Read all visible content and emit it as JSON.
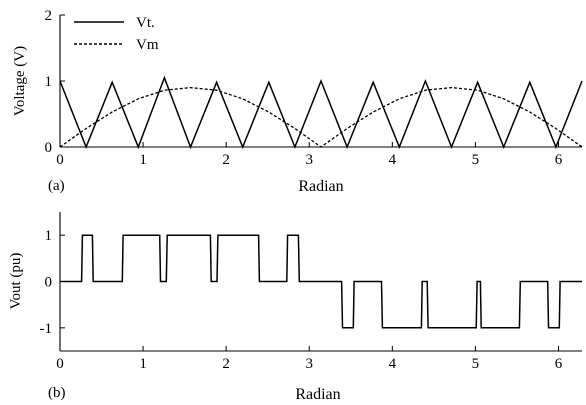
{
  "chart_data": [
    {
      "type": "line",
      "panel_label": "(a)",
      "xlabel": "Radian",
      "ylabel": "Voltage (V)",
      "xlim": [
        0,
        6.283
      ],
      "ylim": [
        0,
        2
      ],
      "x_ticks": [
        0,
        1,
        2,
        3,
        4,
        5,
        6
      ],
      "y_ticks": [
        0,
        1,
        2
      ],
      "grid": false,
      "legend_position": "top-left",
      "series": [
        {
          "name": "Vt.",
          "style": "solid",
          "x": [
            0,
            0.314,
            0.628,
            0.942,
            1.257,
            1.571,
            1.885,
            2.199,
            2.513,
            2.827,
            3.142,
            3.456,
            3.77,
            4.084,
            4.398,
            4.712,
            5.027,
            5.341,
            5.655,
            5.969,
            6.283
          ],
          "y": [
            1,
            0,
            0.98,
            0,
            1.05,
            0,
            0.98,
            0,
            0.98,
            0,
            1,
            0,
            0.98,
            0,
            1,
            0,
            0.98,
            0,
            0.98,
            0,
            1
          ]
        },
        {
          "name": "Vm",
          "style": "dashed",
          "x": [
            0,
            0.314,
            0.628,
            0.942,
            1.257,
            1.571,
            1.885,
            2.199,
            2.513,
            2.827,
            3.142,
            3.456,
            3.77,
            4.084,
            4.398,
            4.712,
            5.027,
            5.341,
            5.655,
            5.969,
            6.283
          ],
          "y": [
            0,
            0.28,
            0.53,
            0.73,
            0.86,
            0.9,
            0.86,
            0.73,
            0.53,
            0.28,
            0,
            0.28,
            0.53,
            0.73,
            0.86,
            0.9,
            0.86,
            0.73,
            0.53,
            0.28,
            0
          ]
        }
      ]
    },
    {
      "type": "line",
      "panel_label": "(b)",
      "xlabel": "Radian",
      "ylabel": "Vout (pu)",
      "xlim": [
        0,
        6.283
      ],
      "ylim": [
        -1.5,
        1.5
      ],
      "x_ticks": [
        0,
        1,
        2,
        3,
        4,
        5,
        6
      ],
      "y_ticks": [
        -1,
        0,
        1
      ],
      "grid": false,
      "series": [
        {
          "name": "",
          "style": "solid",
          "x": [
            0,
            0.26,
            0.27,
            0.39,
            0.4,
            0.75,
            0.76,
            1.2,
            1.21,
            1.28,
            1.29,
            1.81,
            1.82,
            1.89,
            1.9,
            2.39,
            2.4,
            2.73,
            2.74,
            2.87,
            2.88,
            3.39,
            3.4,
            3.53,
            3.54,
            3.87,
            3.88,
            4.35,
            4.36,
            4.42,
            4.43,
            5.01,
            5.02,
            5.06,
            5.07,
            5.53,
            5.54,
            5.87,
            5.88,
            6.01,
            6.02,
            6.283
          ],
          "y": [
            0,
            0,
            1,
            1,
            0,
            0,
            1,
            1,
            0,
            0,
            1,
            1,
            0,
            0,
            1,
            1,
            0,
            0,
            1,
            1,
            0,
            0,
            -1,
            -1,
            0,
            0,
            -1,
            -1,
            0,
            0,
            -1,
            -1,
            0,
            0,
            -1,
            -1,
            0,
            0,
            -1,
            -1,
            0,
            0
          ]
        }
      ]
    }
  ]
}
